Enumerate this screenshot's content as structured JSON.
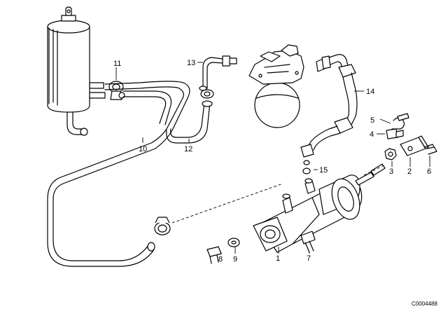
{
  "diagram": {
    "labels": {
      "p1": "1",
      "p2": "2",
      "p3": "3",
      "p4": "4",
      "p5": "5",
      "p6": "6",
      "p7": "7",
      "p8": "8",
      "p9": "9",
      "p10": "10",
      "p11": "11",
      "p12": "12",
      "p13": "13",
      "p14": "14",
      "p15": "15"
    },
    "code": "C0004488"
  }
}
